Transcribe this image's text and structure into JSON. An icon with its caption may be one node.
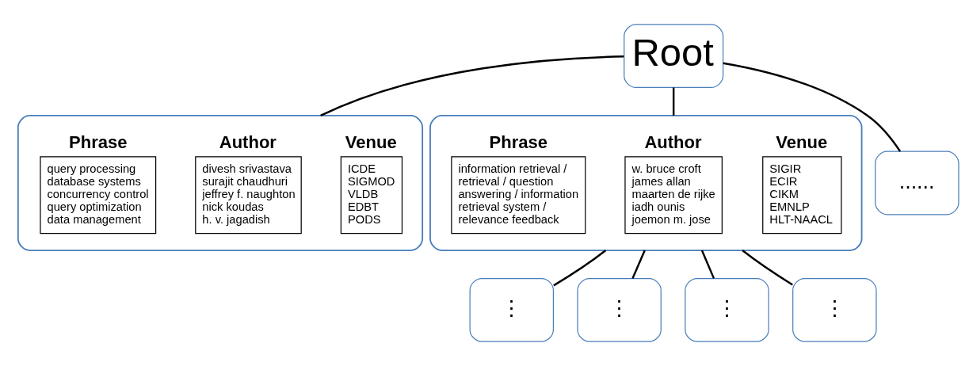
{
  "diagram": {
    "nodes": [
      {
        "text": [
          "Root"
        ]
      },
      {
        "text": [],
        "shape": "box"
      },
      {
        "text": [
          "Phrase",
          "query processing",
          "database systems",
          "concurrency control",
          "query optimization",
          "data management"
        ],
        "in": 1
      },
      {
        "text": [
          "Author",
          "divesh srivastava",
          "surajit chaudhuri",
          "jeffrey f. naughton",
          "nick koudas",
          "h. v. jagadish"
        ],
        "in": 1
      },
      {
        "text": [
          "Venue",
          "ICDE",
          "SIGMOD",
          "VLDB",
          "EDBT",
          "PODS"
        ],
        "in": 1
      },
      {
        "text": [],
        "shape": "box"
      },
      {
        "text": [
          "Phrase",
          "information retrieval / retrieval / question answering / information retrieval system / relevance feedback"
        ],
        "in": 5
      },
      {
        "text": [
          "Author",
          "w. bruce croft",
          "james allan",
          "maarten de rijke",
          "iadh ounis",
          "joemon m. jose"
        ],
        "in": 5
      },
      {
        "text": [
          "Venue",
          "SIGIR",
          "ECIR",
          "CIKM",
          "EMNLP",
          "HLT-NAACL"
        ],
        "in": 5
      },
      {
        "text": [
          "......"
        ]
      },
      {
        "text": [
          "⋮"
        ]
      },
      {
        "text": [
          "⋮"
        ]
      },
      {
        "text": [
          "⋮"
        ]
      },
      {
        "text": [
          "⋮"
        ]
      }
    ],
    "edges": [
      {
        "from": 0,
        "to": 1,
        "arrow": "none"
      },
      {
        "from": 0,
        "to": 5,
        "arrow": "none"
      },
      {
        "from": 0,
        "to": 9,
        "arrow": "none"
      },
      {
        "from": 5,
        "to": 10,
        "arrow": "none"
      },
      {
        "from": 5,
        "to": 11,
        "arrow": "none"
      },
      {
        "from": 5,
        "to": 12,
        "arrow": "none"
      },
      {
        "from": 5,
        "to": 13,
        "arrow": "none"
      }
    ]
  }
}
